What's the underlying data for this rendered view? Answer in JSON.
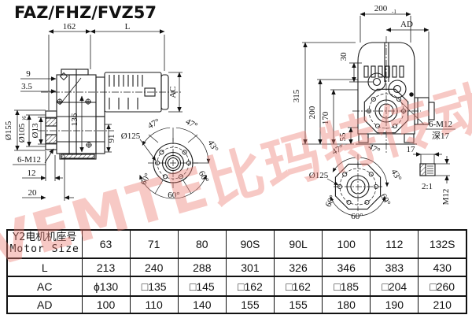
{
  "title": "FAZ/FHZ/FVZ57",
  "watermark": {
    "text": "VEMTE比玛特传动"
  },
  "side_view": {
    "dims": {
      "width_162": "162",
      "motor_length": "L",
      "offset_9": "9",
      "offset_3_5": "3.5",
      "flange_dia": "Ø155",
      "spigot_dia": "Ø105",
      "spigot_tol": "j6",
      "hole_dia": "Ø13",
      "height_136": "136",
      "height_91": "91",
      "bolts": "6-M12",
      "len_12": "12",
      "len_20": "20",
      "motor_dia": "AC"
    }
  },
  "flange_left": {
    "bolt_circle": "Ø125",
    "angles": [
      "47°",
      "47°",
      "43°",
      "60°",
      "60°",
      "60°"
    ]
  },
  "front_view": {
    "dims": {
      "width_200": "200",
      "width_200_tol": "-1",
      "motor_width": "AD",
      "top_30": "30",
      "height_315": "315",
      "height_200": "200",
      "height_170": "170",
      "height_55": "55",
      "bolts": "6-M12",
      "bolt_depth": "深17"
    }
  },
  "flange_right": {
    "bolt_circle": "Ø125",
    "angles": [
      "47°",
      "47°",
      "43°",
      "60°",
      "60°",
      "60°"
    ]
  },
  "detail": {
    "width_17": "17",
    "scale": "2:1",
    "thread": "M12"
  },
  "table": {
    "header_line1": "Y2电机机座号",
    "header_line2": "Motor Size",
    "columns": [
      "63",
      "71",
      "80",
      "90S",
      "90L",
      "100",
      "112",
      "132S"
    ],
    "rows": [
      {
        "label": "L",
        "values": [
          "213",
          "240",
          "288",
          "301",
          "326",
          "346",
          "383",
          "430"
        ]
      },
      {
        "label": "AC",
        "values": [
          "ϕ130",
          "□135",
          "□145",
          "□162",
          "□162",
          "□185",
          "□204",
          "□260"
        ]
      },
      {
        "label": "AD",
        "values": [
          "100",
          "110",
          "140",
          "155",
          "155",
          "180",
          "190",
          "210"
        ]
      }
    ]
  }
}
